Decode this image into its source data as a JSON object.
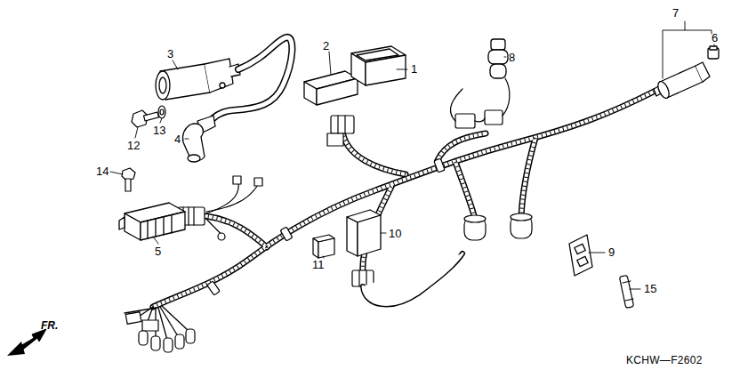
{
  "diagram": {
    "labels": [
      "7",
      "6",
      "2",
      "1",
      "8",
      "3",
      "12",
      "13",
      "4",
      "14",
      "10",
      "9",
      "11",
      "5",
      "15",
      "FR.",
      "KCHW—F2602"
    ]
  }
}
